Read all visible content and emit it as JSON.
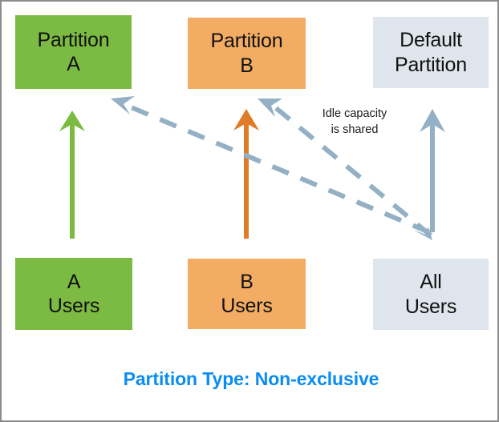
{
  "diagram": {
    "title": "Partition Type: Non-exclusive",
    "background": "#ffffff",
    "border_color": "#8c8c8c",
    "colors": {
      "partition_a": "#7cbb43",
      "partition_b": "#f2ac63",
      "default_partition": "#dfe5ec",
      "arrow_green": "#7cbb43",
      "arrow_orange": "#e07b28",
      "arrow_blue_grey": "#93b0c4",
      "caption_blue": "#0a8cf0",
      "text": "#111111"
    },
    "top_nodes": [
      {
        "id": "partition-a",
        "line1": "Partition",
        "line2": "A",
        "fill": "#7cbb43"
      },
      {
        "id": "partition-b",
        "line1": "Partition",
        "line2": "B",
        "fill": "#f2ac63"
      },
      {
        "id": "default-partition",
        "line1": "Default",
        "line2": "Partition",
        "fill": "#dfe5ec"
      }
    ],
    "bottom_nodes": [
      {
        "id": "a-users",
        "line1": "A",
        "line2": "Users",
        "fill": "#7cbb43"
      },
      {
        "id": "b-users",
        "line1": "B",
        "line2": "Users",
        "fill": "#f2ac63"
      },
      {
        "id": "all-users",
        "line1": "All",
        "line2": "Users",
        "fill": "#dfe5ec"
      }
    ],
    "annotation": {
      "line1": "Idle capacity",
      "line2": "is shared"
    },
    "connectors": [
      {
        "id": "a-users-to-partition-a",
        "style": "solid",
        "color": "#7cbb43",
        "direction": "up"
      },
      {
        "id": "b-users-to-partition-b",
        "style": "solid",
        "color": "#e07b28",
        "direction": "up"
      },
      {
        "id": "all-users-to-default-partition",
        "style": "solid",
        "color": "#93b0c4",
        "direction": "both"
      },
      {
        "id": "default-to-partition-a-idle",
        "style": "dashed",
        "color": "#93b0c4",
        "direction": "up-left"
      },
      {
        "id": "default-to-partition-b-idle",
        "style": "dashed",
        "color": "#93b0c4",
        "direction": "up-left"
      }
    ]
  }
}
